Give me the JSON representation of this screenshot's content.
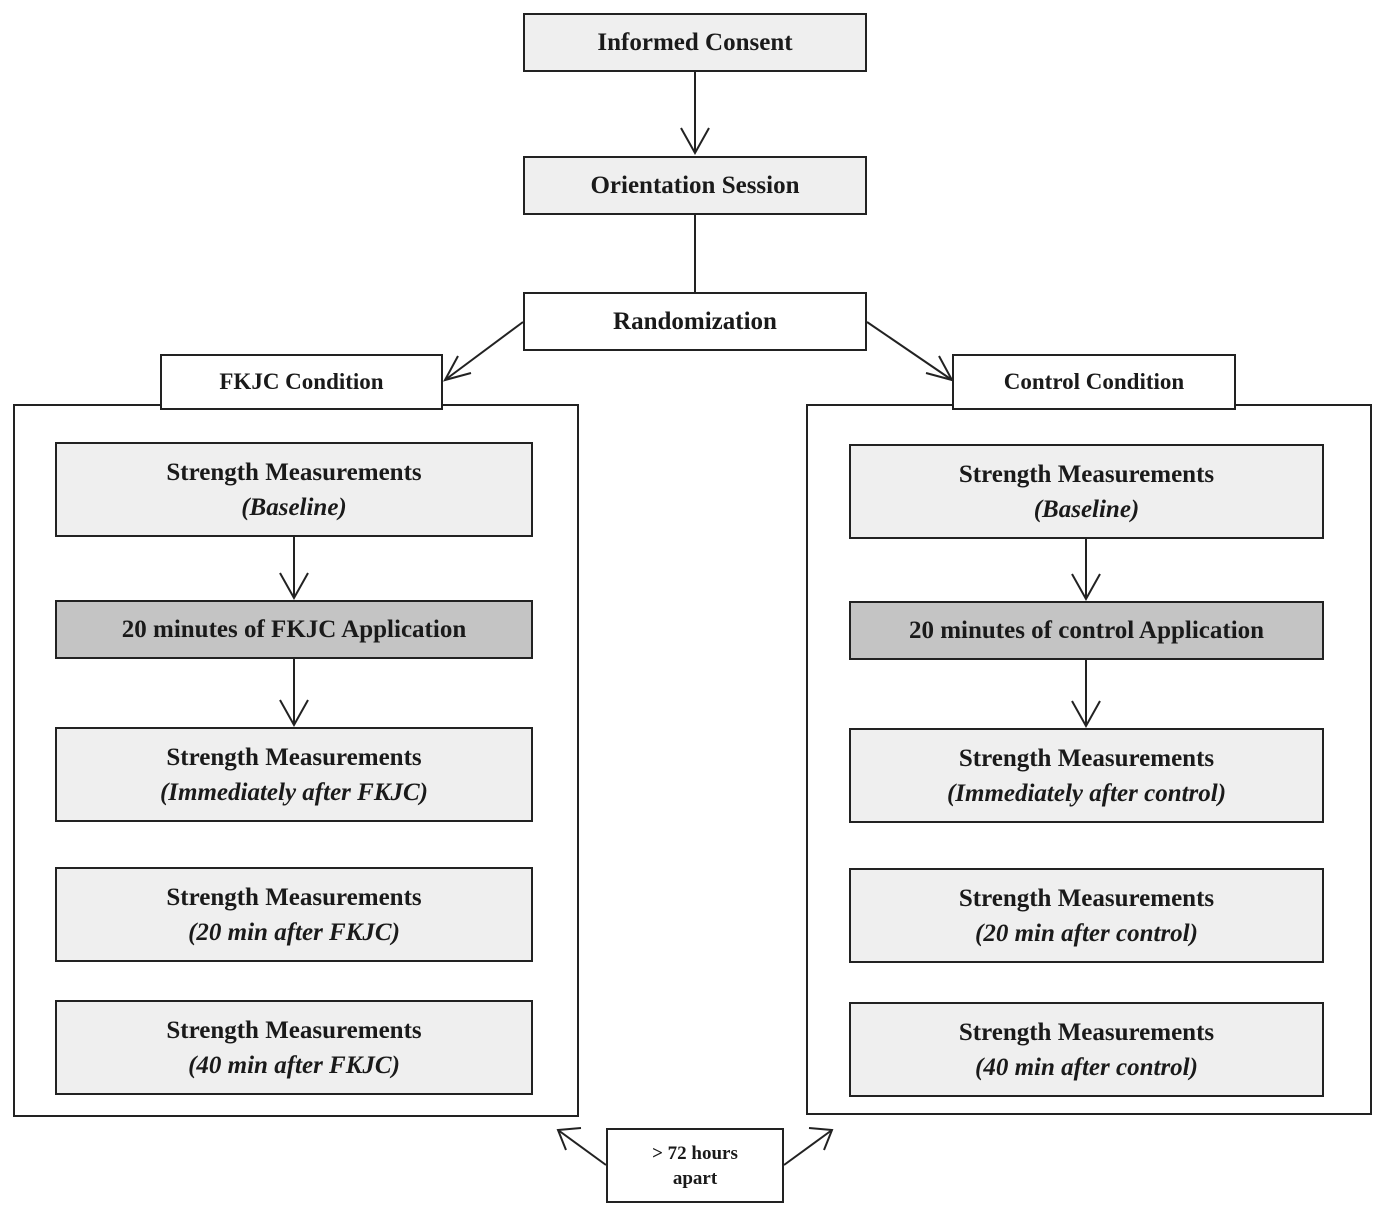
{
  "top": {
    "consent": "Informed Consent",
    "orientation": "Orientation Session",
    "randomization": "Randomization"
  },
  "left": {
    "condition": "FKJC Condition",
    "baseline": {
      "title": "Strength Measurements",
      "sub": "(Baseline)"
    },
    "application": "20 minutes of FKJC Application",
    "immediate": {
      "title": "Strength Measurements",
      "sub": "(Immediately after FKJC)"
    },
    "after20": {
      "title": "Strength Measurements",
      "sub": "(20 min after FKJC)"
    },
    "after40": {
      "title": "Strength Measurements",
      "sub": "(40 min after FKJC)"
    }
  },
  "right": {
    "condition": "Control Condition",
    "baseline": {
      "title": "Strength Measurements",
      "sub": "(Baseline)"
    },
    "application": "20 minutes of control Application",
    "immediate": {
      "title": "Strength Measurements",
      "sub": "(Immediately after control)"
    },
    "after20": {
      "title": "Strength Measurements",
      "sub": "(20 min after control)"
    },
    "after40": {
      "title": "Strength Measurements",
      "sub": "(40 min after control)"
    }
  },
  "washout": {
    "line1": "> 72 hours",
    "line2": "apart"
  },
  "colors": {
    "box_light": "#efefef",
    "box_dark": "#c4c4c4",
    "stroke": "#222222"
  }
}
